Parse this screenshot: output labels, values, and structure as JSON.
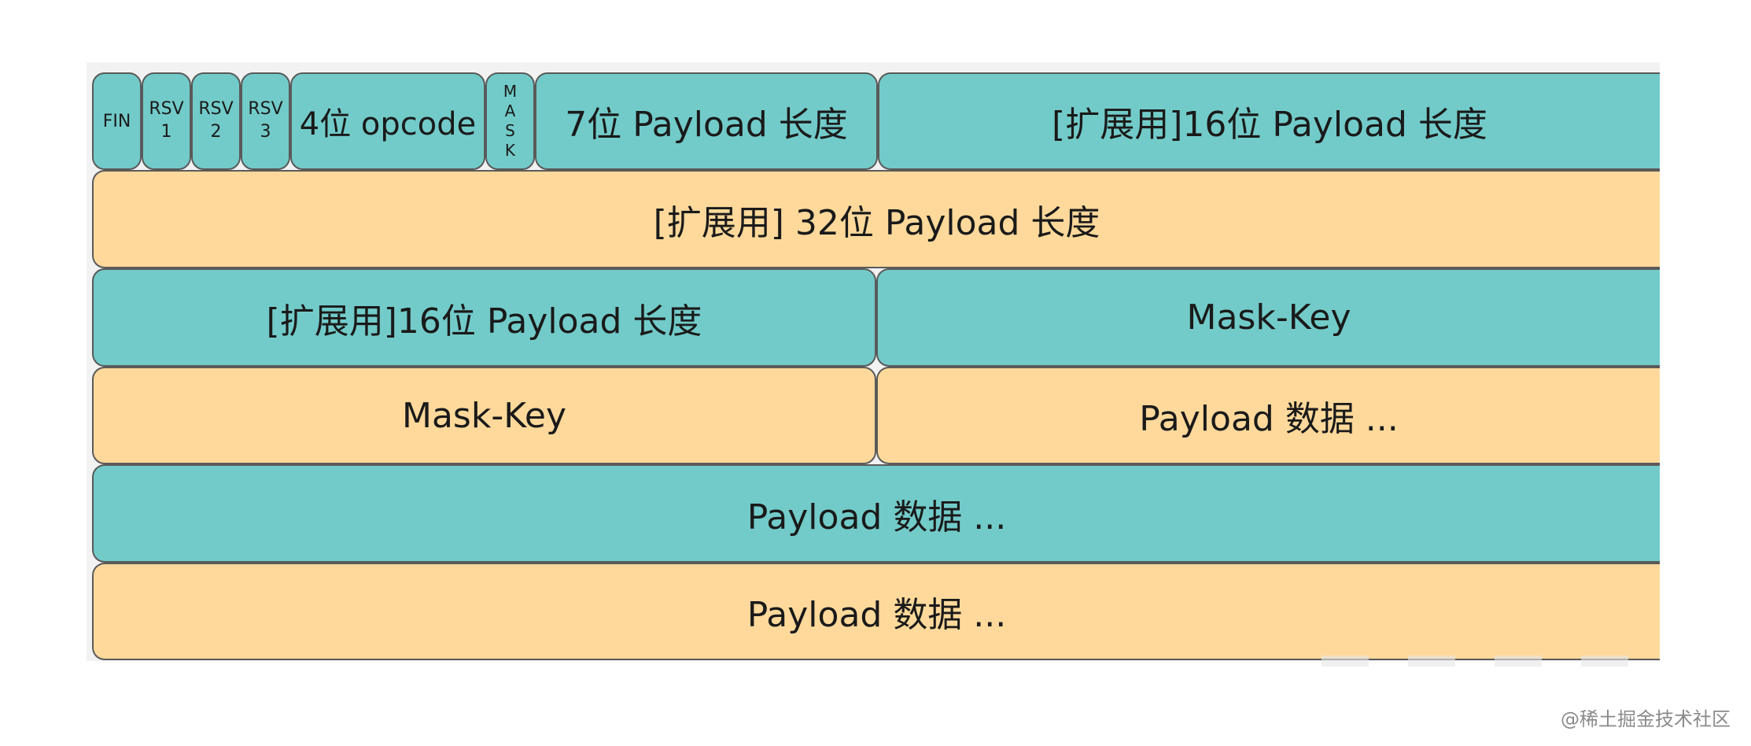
{
  "row1": {
    "fin": "FIN",
    "rsv1": [
      "RSV",
      "1"
    ],
    "rsv2": [
      "RSV",
      "2"
    ],
    "rsv3": [
      "RSV",
      "3"
    ],
    "opcode": "4位 opcode",
    "mask": [
      "M",
      "A",
      "S",
      "K"
    ],
    "payload_len_7": "7位 Payload 长度",
    "payload_len_16_ext": "[扩展用]16位 Payload 长度"
  },
  "row2": {
    "payload_len_32_ext": "[扩展用] 32位 Payload 长度"
  },
  "row3": {
    "payload_len_16_ext": "[扩展用]16位 Payload 长度",
    "mask_key": "Mask-Key"
  },
  "row4": {
    "mask_key": "Mask-Key",
    "payload_data": "Payload 数据 ..."
  },
  "row5": {
    "payload_data": "Payload 数据 ..."
  },
  "row6": {
    "payload_data": "Payload 数据 ..."
  },
  "watermark": "@稀土掘金技术社区",
  "colors": {
    "teal": "#72cbc9",
    "peach": "#fed99b",
    "border": "#5a5a5a"
  }
}
